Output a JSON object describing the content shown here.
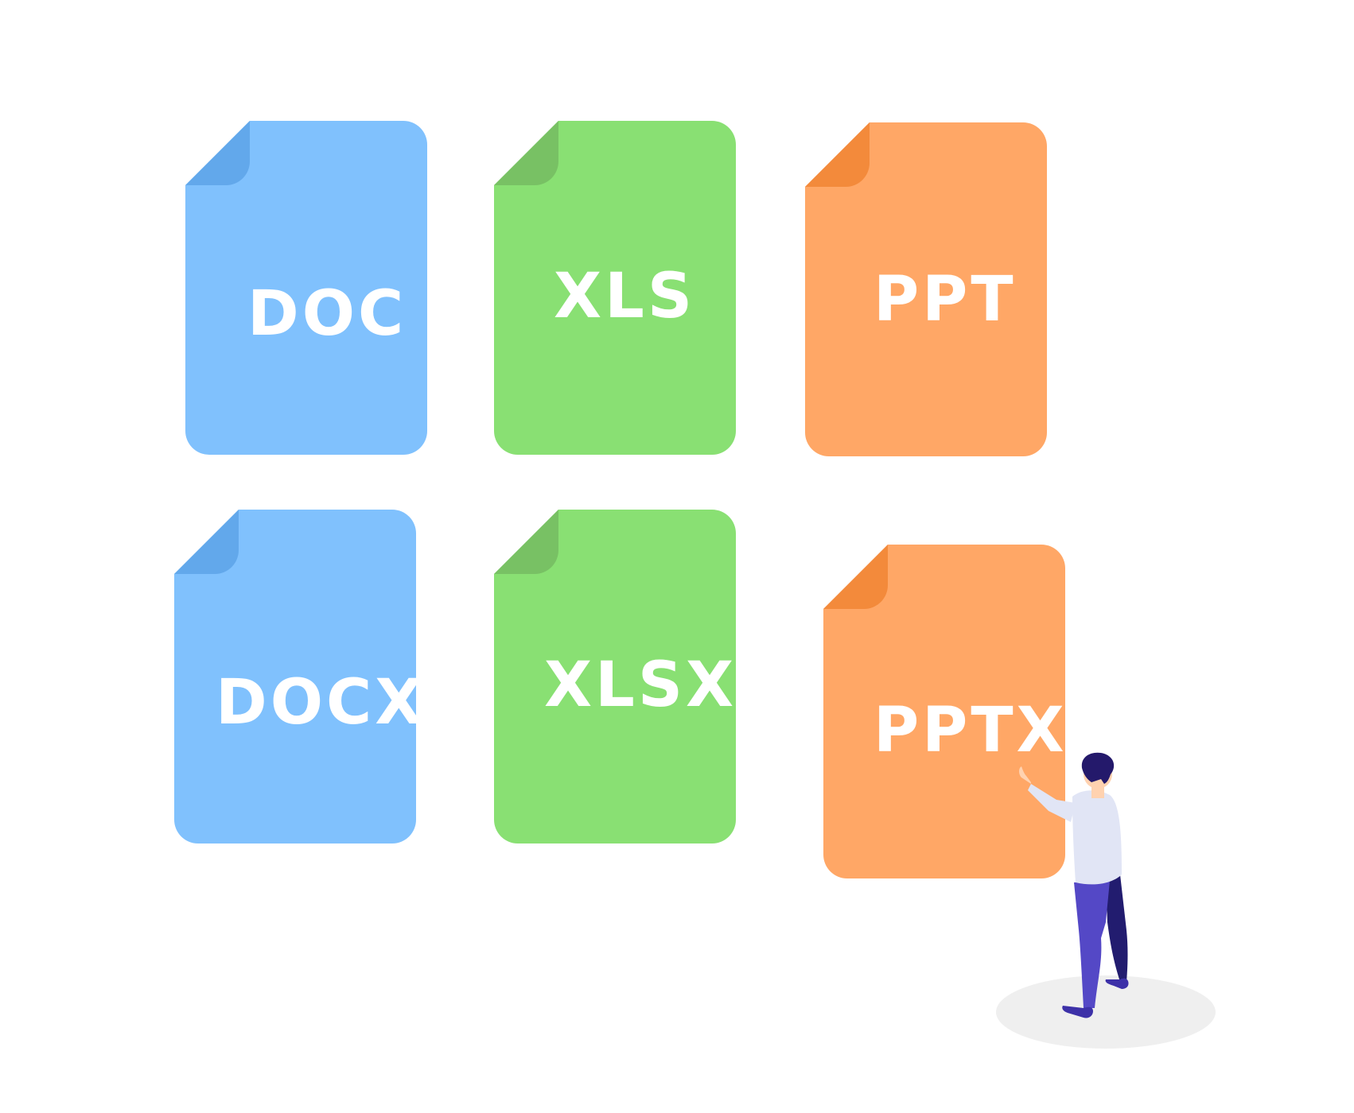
{
  "files": [
    {
      "id": "doc",
      "label": "DOC",
      "body_color": "#80c1fd",
      "fold_color": "#62a8eb"
    },
    {
      "id": "xls",
      "label": "XLS",
      "body_color": "#89e073",
      "fold_color": "#78c164"
    },
    {
      "id": "ppt",
      "label": "PPT",
      "body_color": "#ffa766",
      "fold_color": "#f38a3b"
    },
    {
      "id": "docx",
      "label": "DOCX",
      "body_color": "#80c1fd",
      "fold_color": "#62a8eb"
    },
    {
      "id": "xlsx",
      "label": "XLSX",
      "body_color": "#89e073",
      "fold_color": "#78c164"
    },
    {
      "id": "pptx",
      "label": "PPTX",
      "body_color": "#ffa766",
      "fold_color": "#f38a3b"
    }
  ],
  "person": {
    "hair": "#24196b",
    "skin": "#ffd2b0",
    "shirt": "#e1e5f5",
    "pants": "#5448c6",
    "pants_dark": "#221c6f",
    "shadow": "#efefef"
  }
}
